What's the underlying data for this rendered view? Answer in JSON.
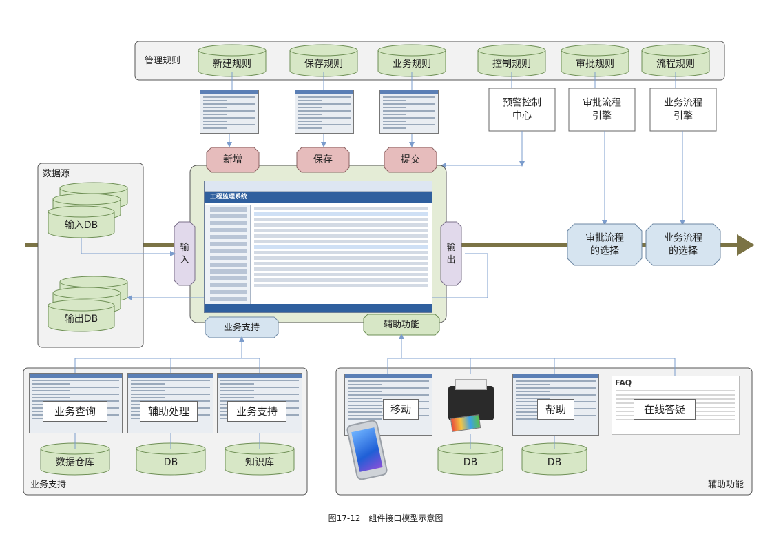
{
  "colors": {
    "green_fill": "#d7e7c6",
    "green_stroke": "#6e8f55",
    "pink_fill": "#e6bcbc",
    "blue_fill": "#d6e4f0",
    "lavender_fill": "#e1d9eb",
    "panel_fill": "#f2f2f2",
    "core_fill": "#e4ecd6",
    "arrow_olive": "#7b7345",
    "connector_blue": "#7b9ccc"
  },
  "rules_panel": {
    "title": "管理规则",
    "rules": [
      "新建规则",
      "保存规则",
      "业务规则",
      "控制规则",
      "审批规则",
      "流程规则"
    ],
    "engines": [
      "预警控制\n中心",
      "审批流程\n引擎",
      "业务流程\n引擎"
    ]
  },
  "actions": [
    "新增",
    "保存",
    "提交"
  ],
  "datasource": {
    "title": "数据源",
    "input_db": "输入DB",
    "output_db": "输出DB"
  },
  "core": {
    "input_label": "输\n入",
    "output_label": "输\n出",
    "support_tab": "业务支持",
    "aux_tab": "辅助功能",
    "app_title": "工程监理系统"
  },
  "right_flow": {
    "approval_select": "审批流程\n的选择",
    "business_select": "业务流程\n的选择"
  },
  "business_support": {
    "title": "业务支持",
    "screens": [
      "业务查询",
      "辅助处理",
      "业务支持"
    ],
    "stores": [
      "数据仓库",
      "DB",
      "知识库"
    ]
  },
  "aux_functions": {
    "title": "辅助功能",
    "screens": [
      "移动",
      "帮助",
      "在线答疑"
    ],
    "stores": [
      "DB",
      "DB"
    ],
    "faq_heading": "FAQ"
  },
  "caption": "图17-12　组件接口模型示意图"
}
